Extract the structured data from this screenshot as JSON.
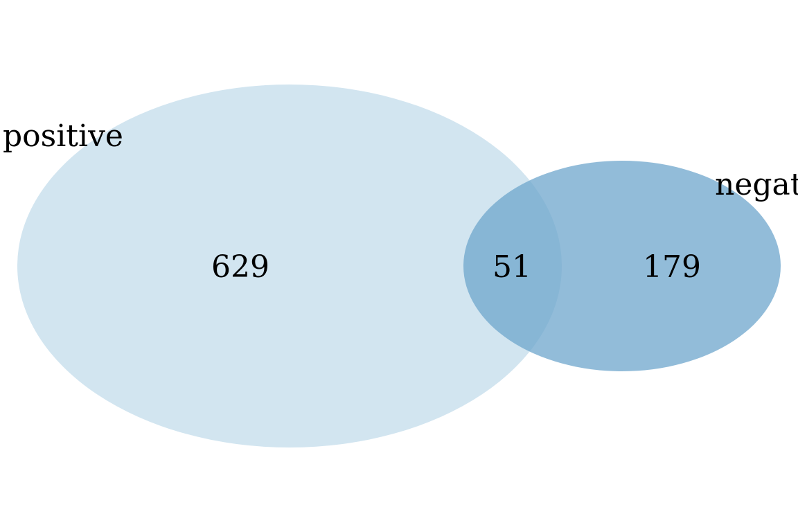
{
  "diagram": {
    "type": "venn",
    "sets": [
      {
        "name": "positive",
        "only_count": "629",
        "color": "#d2e5f0",
        "opacity": 1
      },
      {
        "name": "negative",
        "only_count": "179",
        "color": "#6da6cc",
        "opacity": 0.75
      }
    ],
    "intersection_count": "51"
  }
}
